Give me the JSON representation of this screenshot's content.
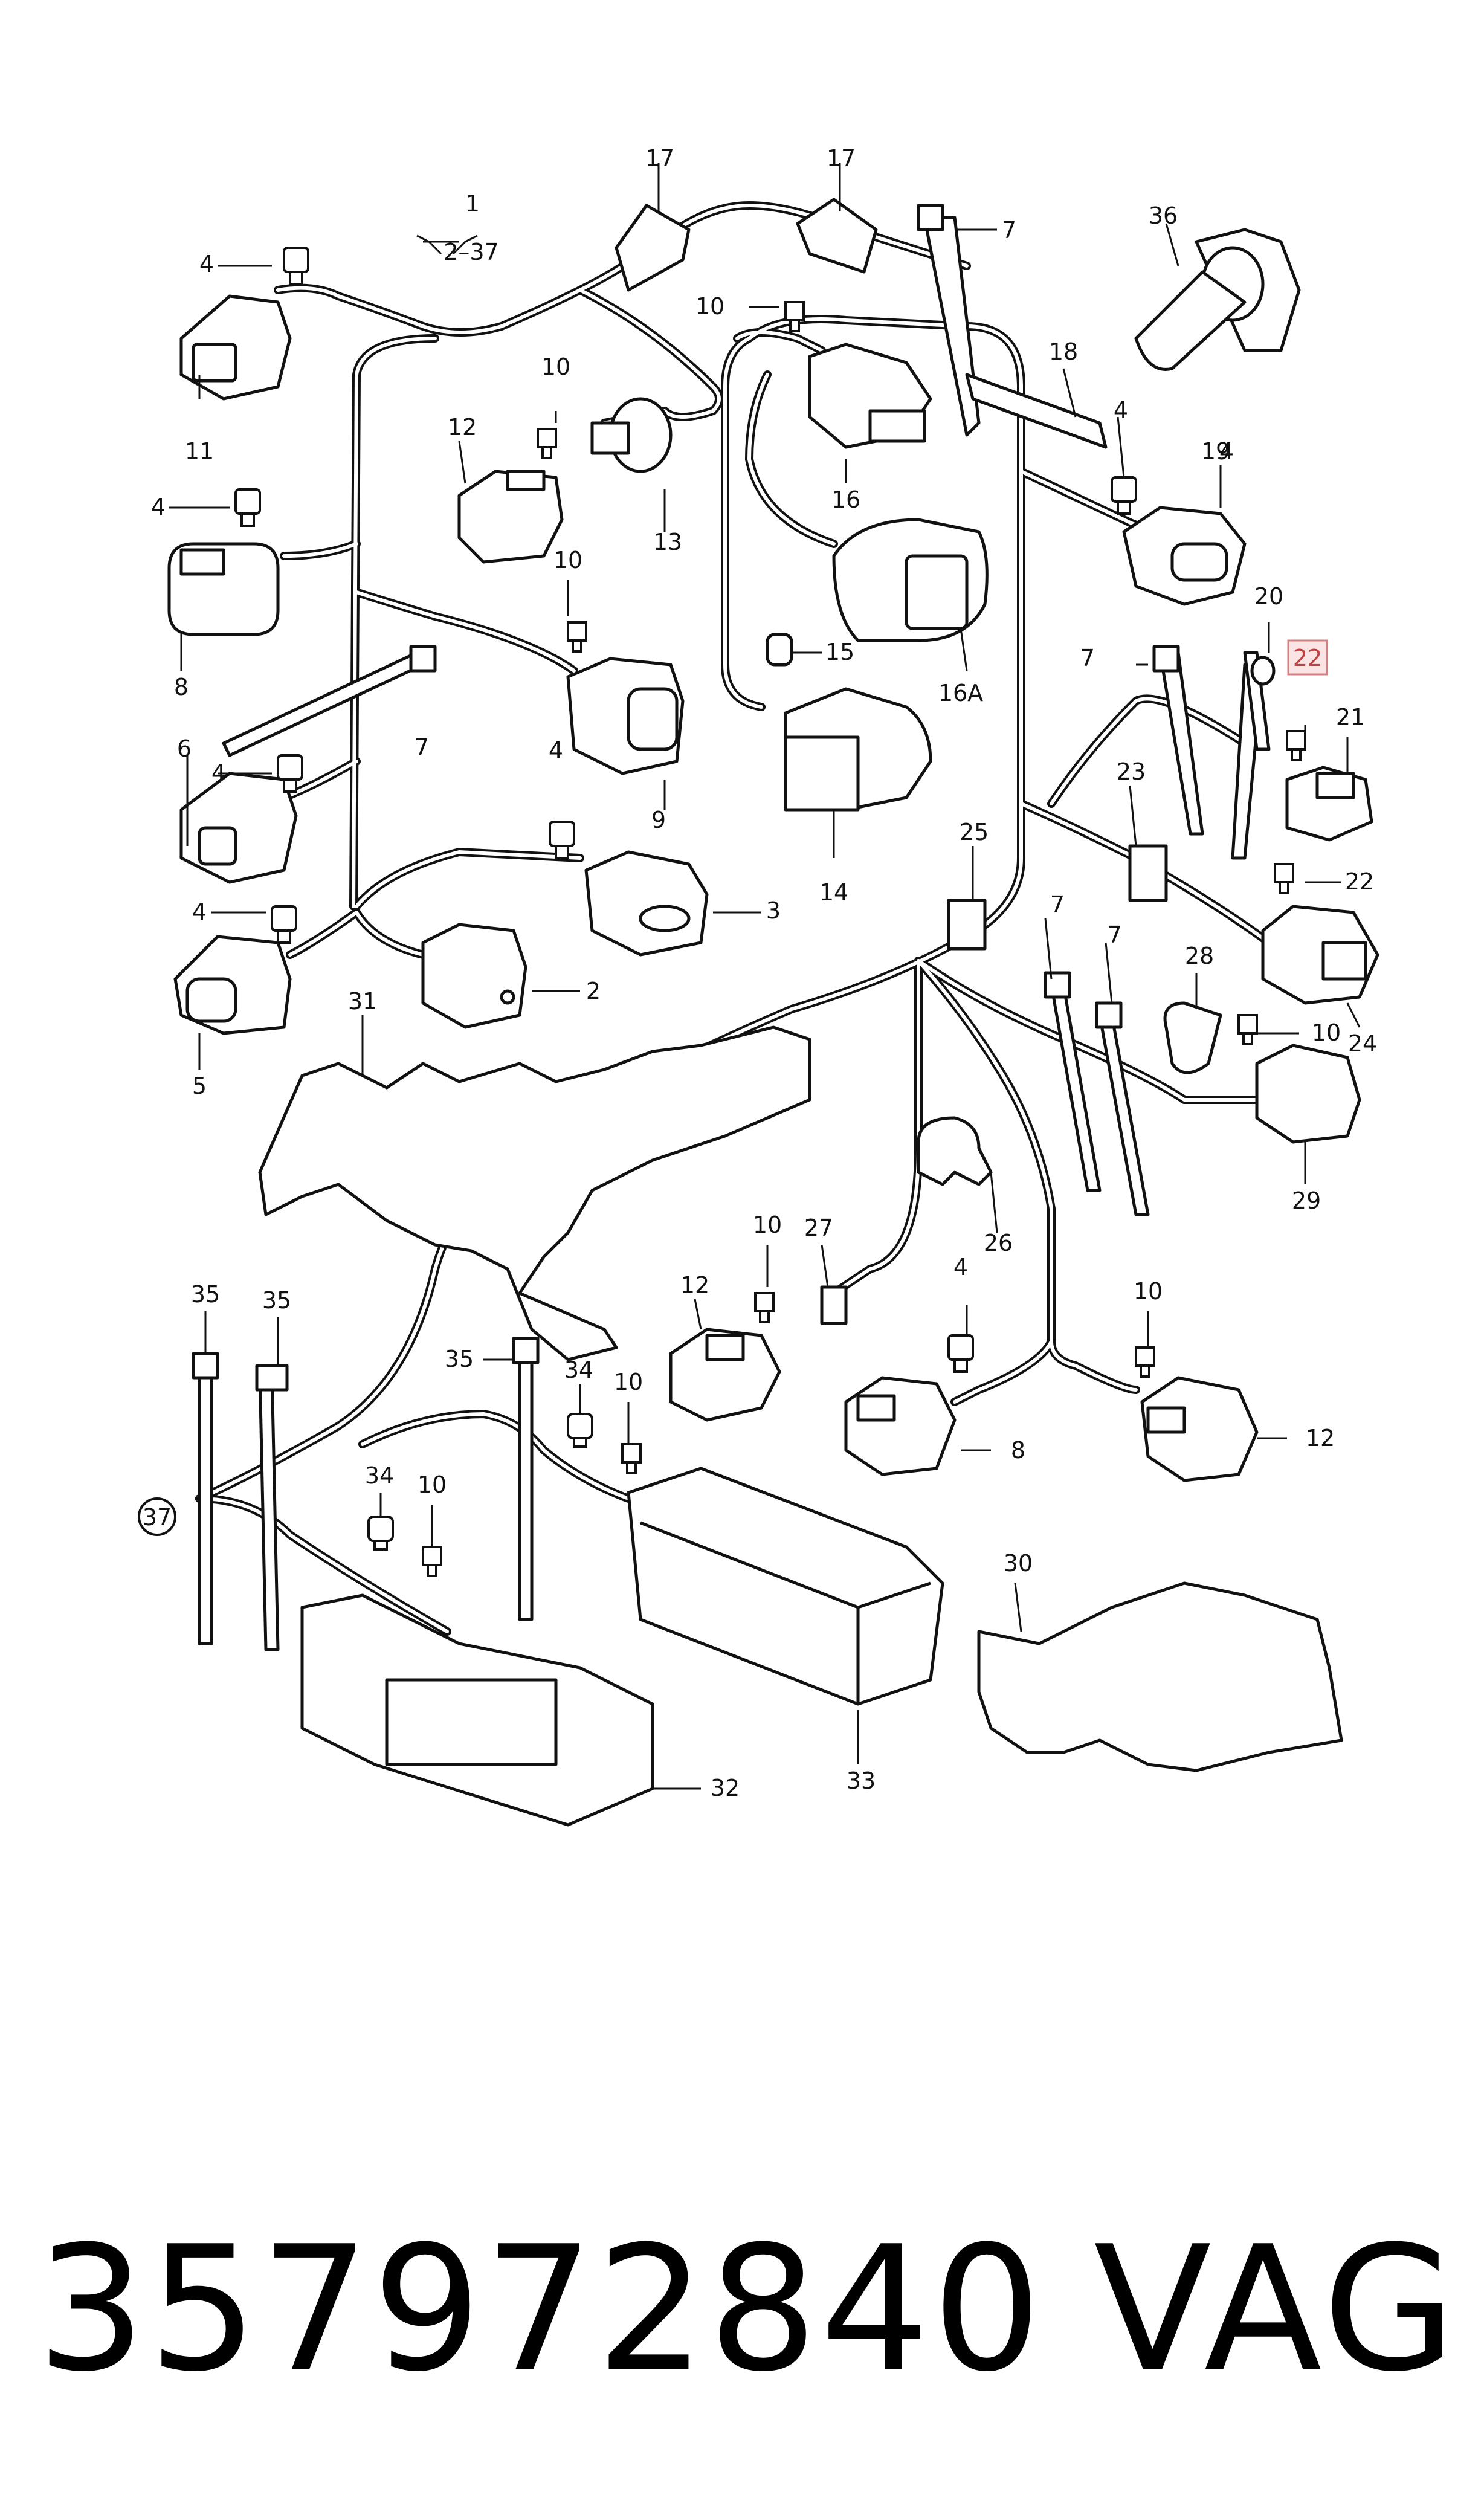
{
  "title": {
    "part_number": "357972840",
    "brand": "VAG"
  },
  "callouts": {
    "c1": "1",
    "c1_range": "2–37",
    "c2": "2",
    "c3": "3",
    "c4a": "4",
    "c4b": "4",
    "c4c": "4",
    "c4d": "4",
    "c4e": "4",
    "c4f": "4",
    "c4g": "4",
    "c4h": "4",
    "c5": "5",
    "c6": "6",
    "c7a": "7",
    "c7b": "7",
    "c7c": "7",
    "c7d": "7",
    "c7e": "7",
    "c8a": "8",
    "c8b": "8",
    "c9": "9",
    "c10a": "10",
    "c10b": "10",
    "c10c": "10",
    "c10d": "10",
    "c10e": "10",
    "c10f": "10",
    "c10g": "10",
    "c10h": "10",
    "c11": "11",
    "c12a": "12",
    "c12b": "12",
    "c12c": "12",
    "c13": "13",
    "c14": "14",
    "c15": "15",
    "c16": "16",
    "c16a": "16A",
    "c17a": "17",
    "c17b": "17",
    "c18": "18",
    "c19": "19",
    "c20": "20",
    "c21": "21",
    "c22a": "22",
    "c22b": "22",
    "c23": "23",
    "c24": "24",
    "c25": "25",
    "c26": "26",
    "c27": "27",
    "c28": "28",
    "c29": "29",
    "c30": "30",
    "c31": "31",
    "c32": "32",
    "c33": "33",
    "c34a": "34",
    "c34b": "34",
    "c35a": "35",
    "c35b": "35",
    "c35c": "35",
    "c36": "36",
    "c37": "37"
  },
  "colors": {
    "line": "#111111",
    "highlight_border": "#d08080",
    "highlight_fill": "#fbe4e4",
    "highlight_text": "#c04040"
  }
}
